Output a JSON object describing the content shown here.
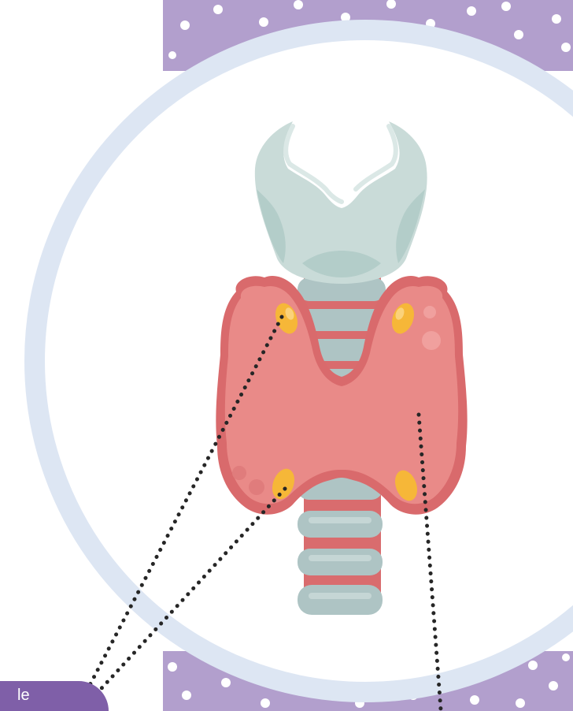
{
  "colors": {
    "band": "#b29fcd",
    "band_dots": "#ffffff",
    "ring": "#dde6f3",
    "cartilage": "#c9dbd8",
    "cartilage_shade": "#b3cdc9",
    "trachea_ring": "#aec4c4",
    "trachea_gap": "#d96c6e",
    "thyroid": "#e98a88",
    "thyroid_edge": "#d96a6c",
    "parathyroid": "#f6b738",
    "callout_line": "#262626",
    "tab": "#7f5fa8"
  },
  "icons": {
    "thyroid_illustration": "thyroid-with-parathyroid-glands",
    "corner_tab": "purple-label-tab"
  },
  "corner_label": "le"
}
